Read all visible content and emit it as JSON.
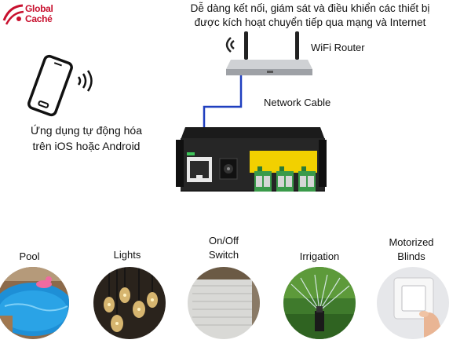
{
  "logo": {
    "line1": "Global",
    "line2": "Caché"
  },
  "headline": {
    "line1": "Dễ dàng kết nối, giám sát và điều khiển các thiết bị",
    "line2": "được kích hoạt chuyển tiếp qua mạng và Internet"
  },
  "router_label": "WiFi Router",
  "cable_label": "Network Cable",
  "phone_caption": {
    "line1": "Ứng dụng tự động hóa",
    "line2": "trên iOS hoặc Android"
  },
  "categories": [
    {
      "line1": "",
      "line2": "Pool",
      "icon": "pool-photo"
    },
    {
      "line1": "",
      "line2": "Lights",
      "icon": "bulbs-photo"
    },
    {
      "line1": "On/Off",
      "line2": "Switch",
      "icon": "shutter-photo"
    },
    {
      "line1": "",
      "line2": "Irrigation",
      "icon": "sprinkler-photo"
    },
    {
      "line1": "Motorized",
      "line2": "Blinds",
      "icon": "wall-switch-photo"
    }
  ],
  "colors": {
    "brand": "#c8102e",
    "cable": "#1f3fbf",
    "device_yellow": "#f2d000",
    "terminal_green": "#3a9a4a"
  }
}
